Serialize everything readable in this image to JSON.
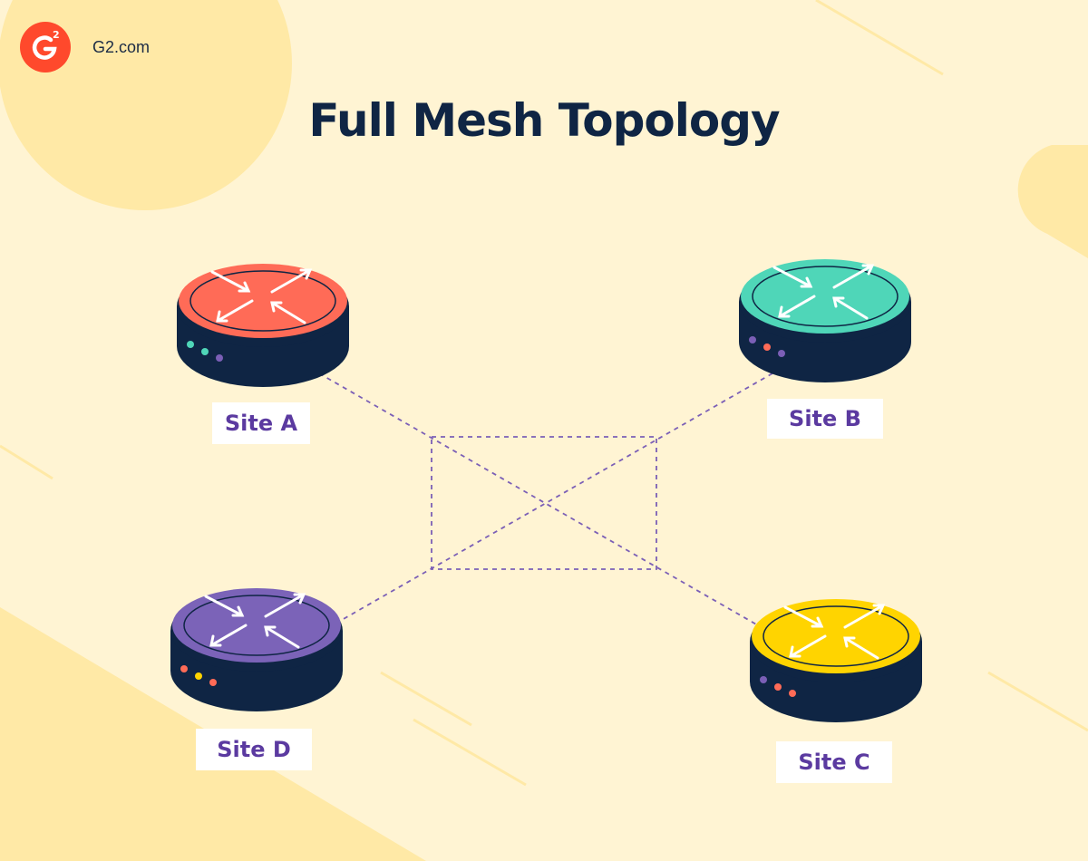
{
  "brand": {
    "site": "G2.com",
    "logo_icon": "g2-logo-icon"
  },
  "diagram": {
    "title": "Full Mesh Topology"
  },
  "sites": [
    {
      "id": "a",
      "label": "Site A",
      "top_color": "#ff6b57",
      "led_colors": [
        "#4fd6b8",
        "#4fd6b8",
        "#7b5fb6"
      ]
    },
    {
      "id": "b",
      "label": "Site B",
      "top_color": "#4fd6b8",
      "led_colors": [
        "#7b5fb6",
        "#ff6b57",
        "#7b5fb6"
      ]
    },
    {
      "id": "c",
      "label": "Site C",
      "top_color": "#ffd400",
      "led_colors": [
        "#7b5fb6",
        "#ff6b57",
        "#ff6b57"
      ]
    },
    {
      "id": "d",
      "label": "Site D",
      "top_color": "#7b63b8",
      "led_colors": [
        "#ff6b57",
        "#ffd400",
        "#ff6b57"
      ]
    }
  ],
  "links": [
    [
      "a",
      "c"
    ],
    [
      "b",
      "d"
    ]
  ],
  "colors": {
    "background": "#fff4d3",
    "decor": "#ffe9a6",
    "router_body": "#0f2544",
    "link": "#7b5fb6",
    "label_text": "#5b3aa0",
    "title_text": "#0f2544",
    "brand_red": "#ff492c"
  }
}
